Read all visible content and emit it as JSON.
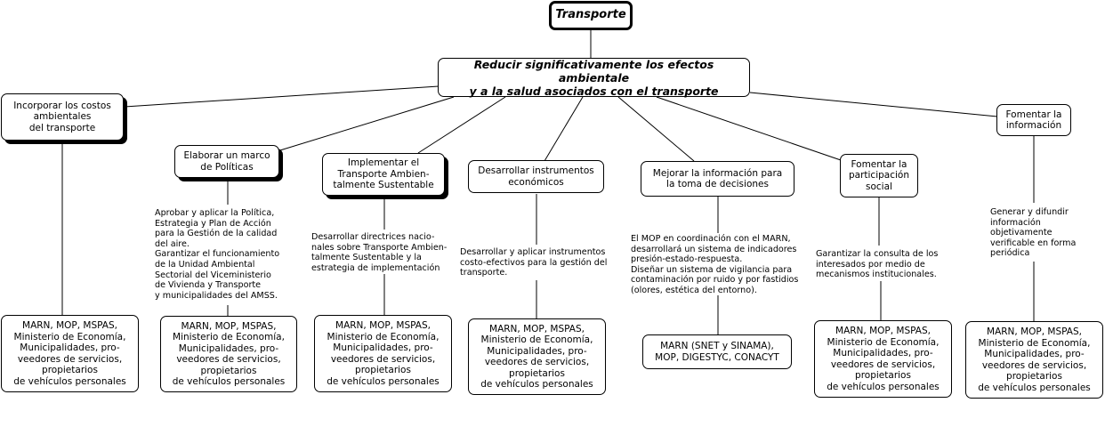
{
  "root": "Transporte",
  "main": "Reducir significativamente los efectos ambientale\ny a la salud asociados con el transporte",
  "branches": [
    {
      "title": "Incorporar los costos\nambientales\ndel transporte",
      "note": "",
      "actors": "MARN, MOP, MSPAS,\nMinisterio de Economía,\nMunicipalidades, pro-\nveedores de servicios,\npropietarios\nde vehículos personales"
    },
    {
      "title": "Elaborar un marco\nde Políticas",
      "note": "Aprobar y aplicar la Política,\nEstrategia y Plan de Acción\npara la Gestión de la calidad\ndel aire.\nGarantizar el funcionamiento\nde la Unidad Ambiental\nSectorial del Viceministerio\nde Vivienda y Transporte\ny municipalidades del AMSS.",
      "actors": "MARN, MOP, MSPAS,\nMinisterio de Economía,\nMunicipalidades, pro-\nveedores de servicios,\npropietarios\nde vehículos personales"
    },
    {
      "title": "Implementar el\nTransporte Ambien-\ntalmente Sustentable",
      "note": "Desarrollar directrices nacio-\nnales sobre Transporte Ambien-\ntalmente Sustentable y la\nestrategia de implementación",
      "actors": "MARN, MOP, MSPAS,\nMinisterio de Economía,\nMunicipalidades, pro-\nveedores de servicios,\npropietarios\nde vehículos personales"
    },
    {
      "title": "Desarrollar instrumentos\neconómicos",
      "note": "Desarrollar y aplicar instrumentos\ncosto-efectivos para la gestión del\ntransporte.",
      "actors": "MARN, MOP, MSPAS,\nMinisterio de Economía,\nMunicipalidades, pro-\nveedores de servicios,\npropietarios\nde vehículos personales"
    },
    {
      "title": "Mejorar la información para\nla toma de decisiones",
      "note": "El MOP en coordinación con el MARN,\ndesarrollará un sistema de indicadores\npresión-estado-respuesta.\nDiseñar un sistema de vigilancia para\ncontaminación por ruido y por fastidios\n(olores, estética del entorno).",
      "actors": "MARN (SNET y SINAMA),\nMOP, DIGESTYC, CONACYT"
    },
    {
      "title": "Fomentar la\nparticipación\nsocial",
      "note": "Garantizar la consulta de los\ninteresados por medio de\nmecanismos institucionales.",
      "actors": "MARN, MOP, MSPAS,\nMinisterio de Economía,\nMunicipalidades, pro-\nveedores de servicios,\npropietarios\nde vehículos personales"
    },
    {
      "title": "Fomentar la\ninformación",
      "note": "Generar y difundir\ninformación\nobjetivamente\nverificable en forma\nperiódica",
      "actors": "MARN, MOP, MSPAS,\nMinisterio de Economía,\nMunicipalidades, pro-\nveedores de servicios,\npropietarios\nde vehículos personales"
    }
  ]
}
